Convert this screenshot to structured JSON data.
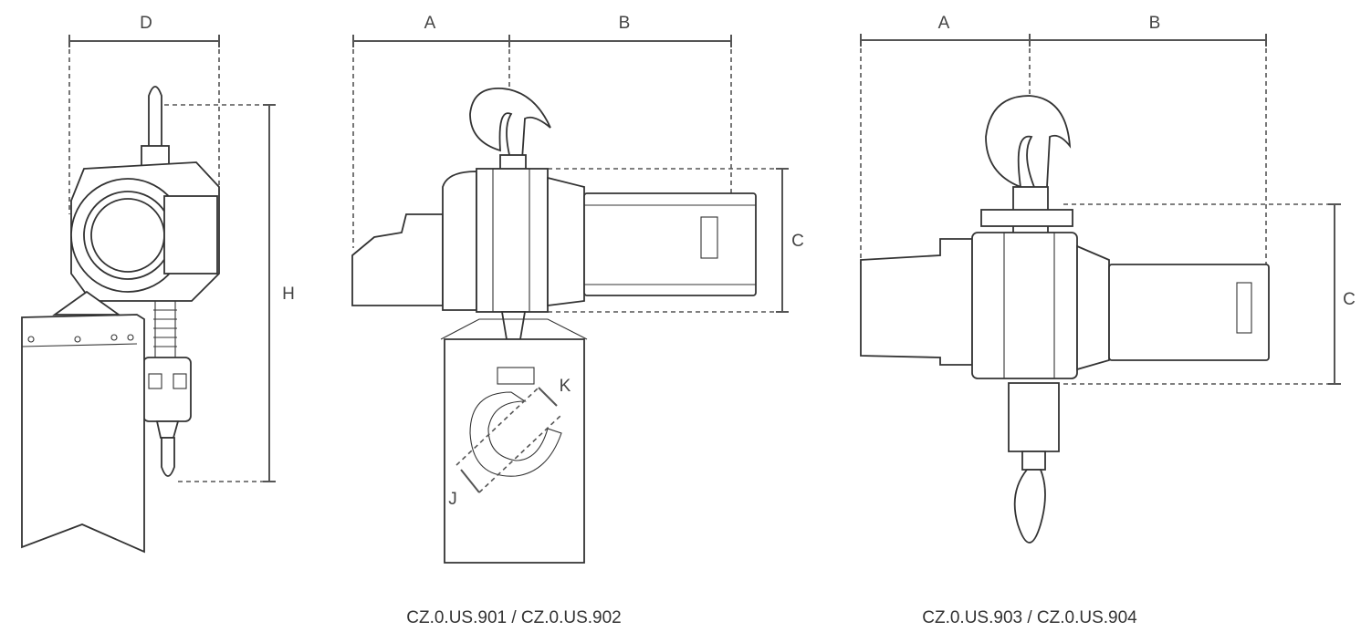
{
  "side_view": {
    "label_width": "D",
    "label_height": "H"
  },
  "front_view_1": {
    "label_a": "A",
    "label_b": "B",
    "label_c": "C",
    "label_k": "K",
    "label_j": "J",
    "caption": "CZ.0.US.901 / CZ.0.US.902"
  },
  "front_view_2": {
    "label_a": "A",
    "label_b": "B",
    "label_c": "C",
    "caption": "CZ.0.US.903 / CZ.0.US.904"
  }
}
